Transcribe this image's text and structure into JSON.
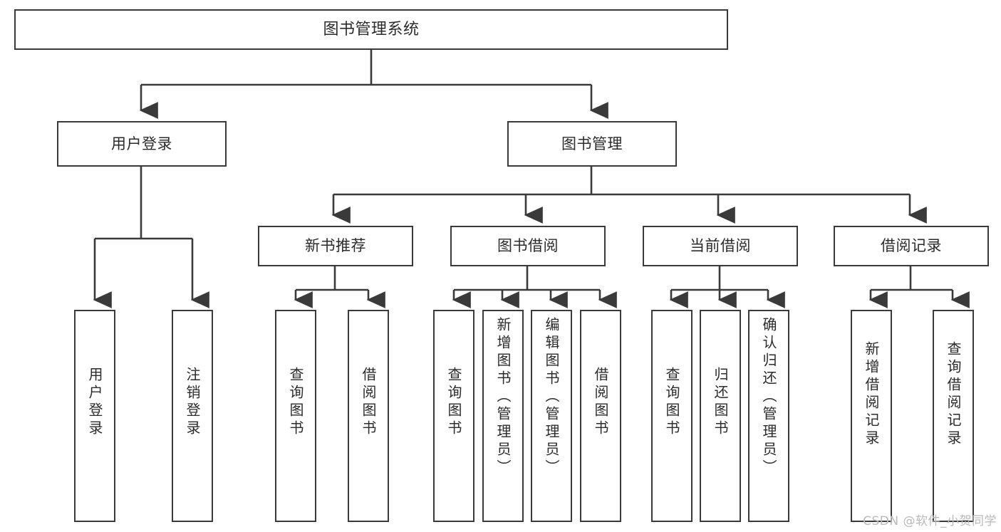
{
  "diagram": {
    "title": "图书管理系统",
    "type": "function-structure-tree",
    "stroke_color": "#3a3a3a",
    "text_color": "#2b2b2b",
    "background_color": "#ffffff"
  },
  "root": {
    "label": "图书管理系统"
  },
  "tier1": [
    {
      "label": "用户登录"
    },
    {
      "label": "图书管理"
    }
  ],
  "tier2": [
    {
      "label": "新书推荐"
    },
    {
      "label": "图书借阅"
    },
    {
      "label": "当前借阅"
    },
    {
      "label": "借阅记录"
    }
  ],
  "leaves": {
    "user_login": [
      {
        "label": "用户登录"
      },
      {
        "label": "注销登录"
      }
    ],
    "new_book": [
      {
        "label": "查询图书"
      },
      {
        "label": "借阅图书"
      }
    ],
    "borrow_book": [
      {
        "label": "查询图书"
      },
      {
        "label": "新增图书（管理员）"
      },
      {
        "label": "编辑图书（管理员）"
      },
      {
        "label": "借阅图书"
      }
    ],
    "current_borrow": [
      {
        "label": "查询图书"
      },
      {
        "label": "归还图书"
      },
      {
        "label": "确认归还（管理员）"
      }
    ],
    "borrow_record": [
      {
        "label": "新增借阅记录"
      },
      {
        "label": "查询借阅记录"
      }
    ]
  },
  "watermark": {
    "text": "CSDN @软件_小贺同学"
  }
}
